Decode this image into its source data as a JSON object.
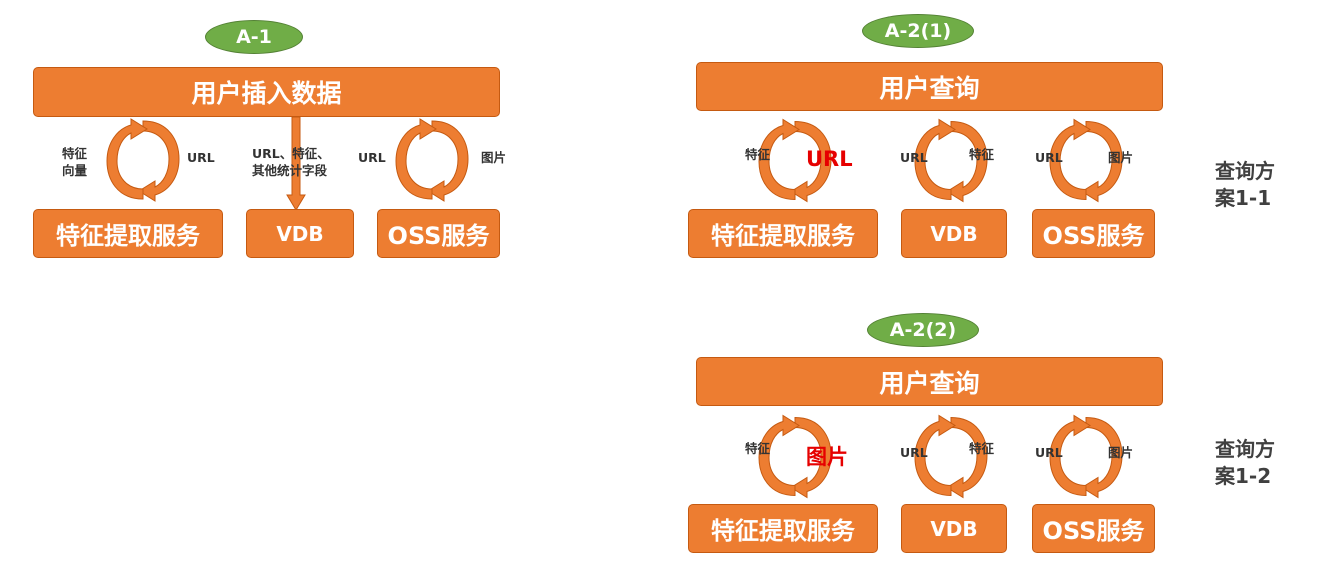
{
  "colors": {
    "orange": "#ED7D31",
    "green": "#70AD47",
    "red_text": "#E60000",
    "label_text": "#333333"
  },
  "a1": {
    "tag": "A-1",
    "top_box": "用户插入数据",
    "feature_service": "特征提取服务",
    "vdb": "VDB",
    "oss": "OSS服务",
    "cycle1_left_line1": "特征",
    "cycle1_left_line2": "向量",
    "cycle1_right": "URL",
    "arrow_label_line1": "URL、特征、",
    "arrow_label_line2": "其他统计字段",
    "cycle2_left": "URL",
    "cycle2_right": "图片"
  },
  "a21": {
    "tag": "A-2(1)",
    "top_box": "用户查询",
    "feature_service": "特征提取服务",
    "vdb": "VDB",
    "oss": "OSS服务",
    "cycle1_left": "特征",
    "cycle1_right_highlight": "URL",
    "cycle2_left": "URL",
    "cycle2_right": "特征",
    "cycle3_left": "URL",
    "cycle3_right": "图片",
    "plan_line1": "查询方",
    "plan_line2": "案1-1"
  },
  "a22": {
    "tag": "A-2(2)",
    "top_box": "用户查询",
    "feature_service": "特征提取服务",
    "vdb": "VDB",
    "oss": "OSS服务",
    "cycle1_left": "特征",
    "cycle1_right_highlight": "图片",
    "cycle2_left": "URL",
    "cycle2_right": "特征",
    "cycle3_left": "URL",
    "cycle3_right": "图片",
    "plan_line1": "查询方",
    "plan_line2": "案1-2"
  }
}
